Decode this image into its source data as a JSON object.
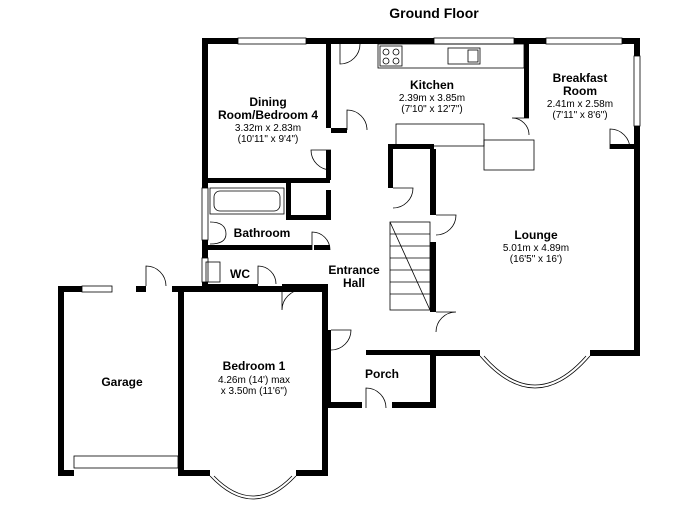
{
  "title": "Ground Floor",
  "rooms": {
    "dining": {
      "name_line1": "Dining",
      "name_line2": "Room/Bedroom 4",
      "dim_metric": "3.32m x 2.83m",
      "dim_imperial": "(10'11\" x 9'4\")"
    },
    "kitchen": {
      "name": "Kitchen",
      "dim_metric": "2.39m x 3.85m",
      "dim_imperial": "(7'10\" x 12'7\")"
    },
    "breakfast": {
      "name_line1": "Breakfast",
      "name_line2": "Room",
      "dim_metric": "2.41m x 2.58m",
      "dim_imperial": "(7'11\" x 8'6\")"
    },
    "bathroom": {
      "name": "Bathroom"
    },
    "wc": {
      "name": "WC"
    },
    "entrance": {
      "name_line1": "Entrance",
      "name_line2": "Hall"
    },
    "lounge": {
      "name": "Lounge",
      "dim_metric": "5.01m x 4.89m",
      "dim_imperial": "(16'5\" x 16')"
    },
    "garage": {
      "name": "Garage"
    },
    "bedroom1": {
      "name": "Bedroom 1",
      "dim_metric": "4.26m (14') max",
      "dim_imperial": "x 3.50m (11'6\")"
    },
    "porch": {
      "name": "Porch"
    }
  }
}
